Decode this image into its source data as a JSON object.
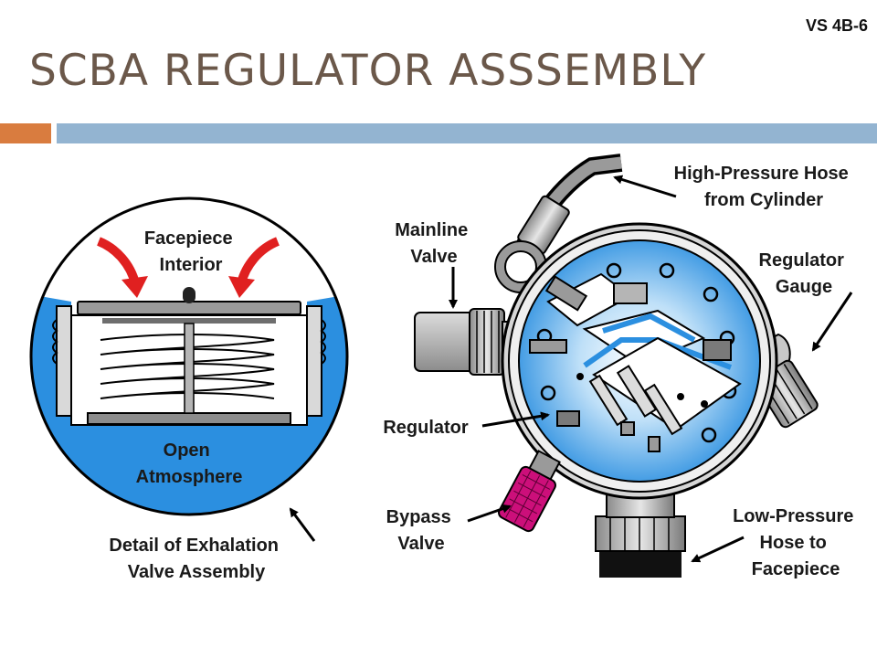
{
  "slide_code": "VS 4B-6",
  "title": "SCBA REGULATOR ASSSEMBLY",
  "colors": {
    "title": "#6b584a",
    "accent_orange": "#d97c3f",
    "accent_blue": "#93b4d1",
    "water_blue": "#2b8fe0",
    "arrow_red": "#e02020",
    "bypass_magenta": "#cc0f7a"
  },
  "labels": {
    "facepiece_interior": [
      "Facepiece",
      "Interior"
    ],
    "open_atmosphere": [
      "Open",
      "Atmosphere"
    ],
    "exhalation_detail": [
      "Detail of Exhalation",
      "Valve Assembly"
    ],
    "mainline_valve": [
      "Mainline",
      "Valve"
    ],
    "high_pressure_hose": [
      "High-Pressure Hose",
      "from Cylinder"
    ],
    "regulator_gauge": [
      "Regulator",
      "Gauge"
    ],
    "regulator": "Regulator",
    "bypass_valve": [
      "Bypass",
      "Valve"
    ],
    "low_pressure_hose": [
      "Low-Pressure",
      "Hose to",
      "Facepiece"
    ]
  }
}
